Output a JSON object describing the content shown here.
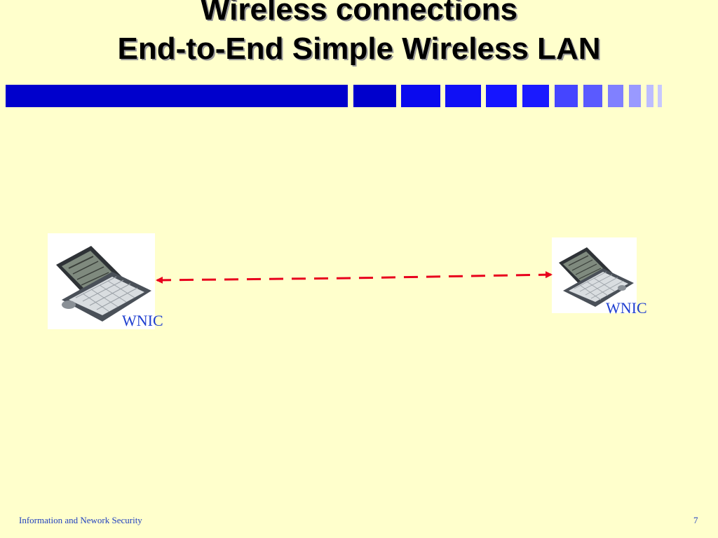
{
  "title": {
    "line1": "Wireless connections",
    "line2": "End-to-End Simple Wireless LAN"
  },
  "colors": {
    "background": "#ffffcc",
    "bar_dark": "#0000cc",
    "bar_mid": "#1a1aff",
    "bar_light": "#5a5aff",
    "bar_lighter": "#8c8cff",
    "bar_lightest": "#bdbdff",
    "link": "#e8001c",
    "label": "#1f3fd0"
  },
  "diagram": {
    "left_device": {
      "icon": "handheld-pc-icon",
      "label": "WNIC"
    },
    "right_device": {
      "icon": "handheld-pc-icon",
      "label": "WNIC"
    },
    "link": {
      "style": "dashed",
      "arrows": "both-ends"
    }
  },
  "footer": {
    "text": "Information and  Nework Security",
    "page": "7"
  }
}
